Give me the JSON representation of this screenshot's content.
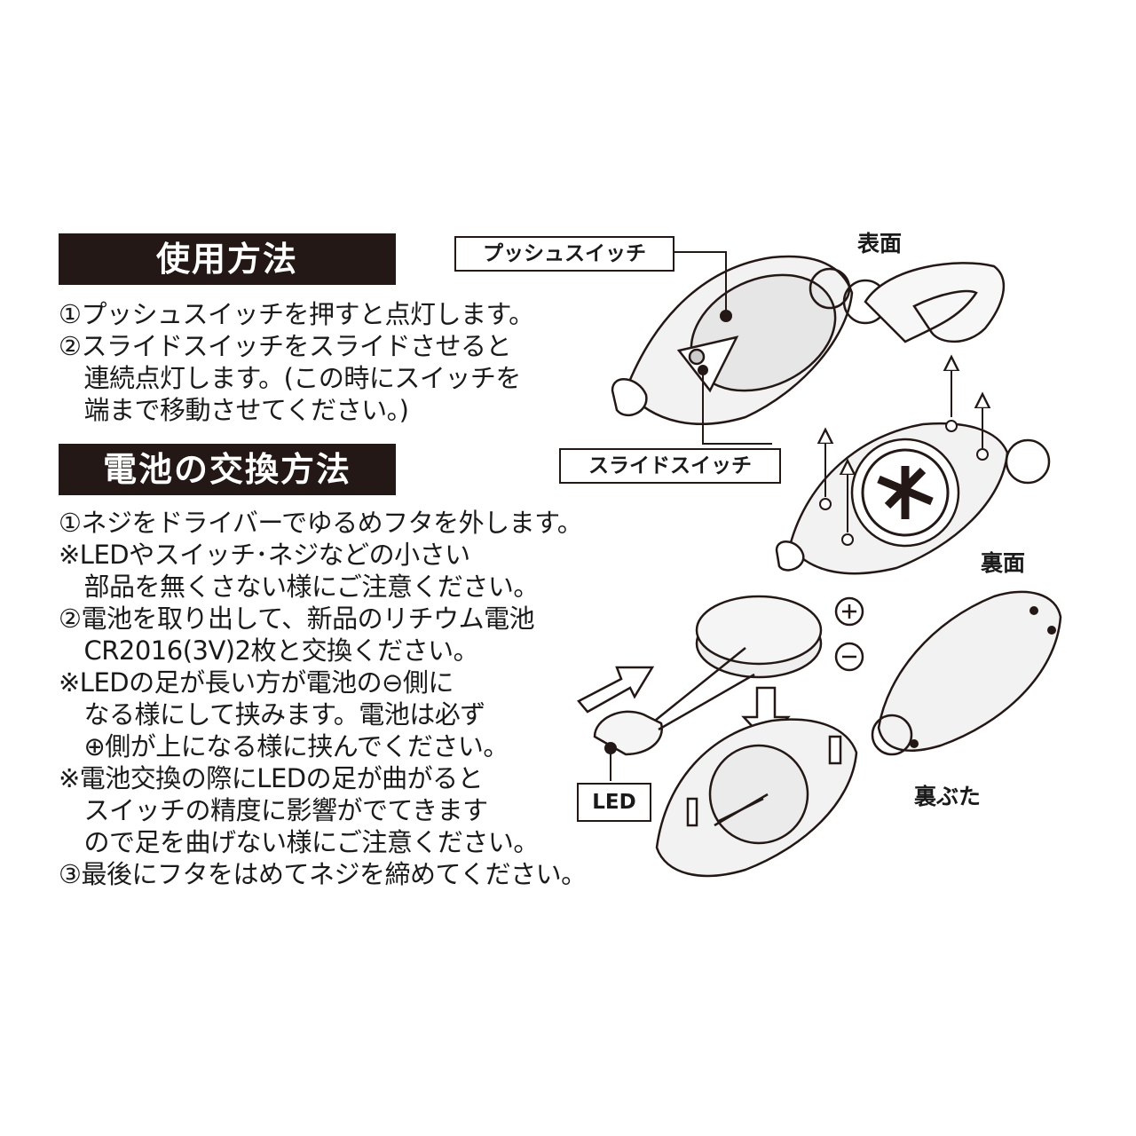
{
  "usage": {
    "title": "使用方法",
    "lines": [
      "①プッシュスイッチを押すと点灯します。",
      "②スライドスイッチをスライドさせると",
      "　連続点灯します。(この時にスイッチを",
      "　端まで移動させてください。)"
    ]
  },
  "battery": {
    "title": "電池の交換方法",
    "lines": [
      "①ネジをドライバーでゆるめフタを外します。",
      "※LEDやスイッチ･ネジなどの小さい",
      "　部品を無くさない様にご注意ください。",
      "②電池を取り出して、新品のリチウム電池",
      "　CR2016(3V)2枚と交換ください。",
      "※LEDの足が長い方が電池の⊖側に",
      "　なる様にして挟みます。電池は必ず",
      "　⊕側が上になる様に挟んでください。",
      "※電池交換の際にLEDの足が曲がると",
      "　スイッチの精度に影響がでてきます",
      "　ので足を曲げない様にご注意ください。",
      "③最後にフタをはめてネジを締めてください。"
    ]
  },
  "diagram": {
    "front_label": "表面",
    "back_label": "裏面",
    "back_cover_label": "裏ぶた",
    "push_switch_label": "プッシュスイッチ",
    "slide_switch_label": "スライドスイッチ",
    "led_label": "LED",
    "plus_symbol": "+",
    "minus_symbol": "−"
  }
}
